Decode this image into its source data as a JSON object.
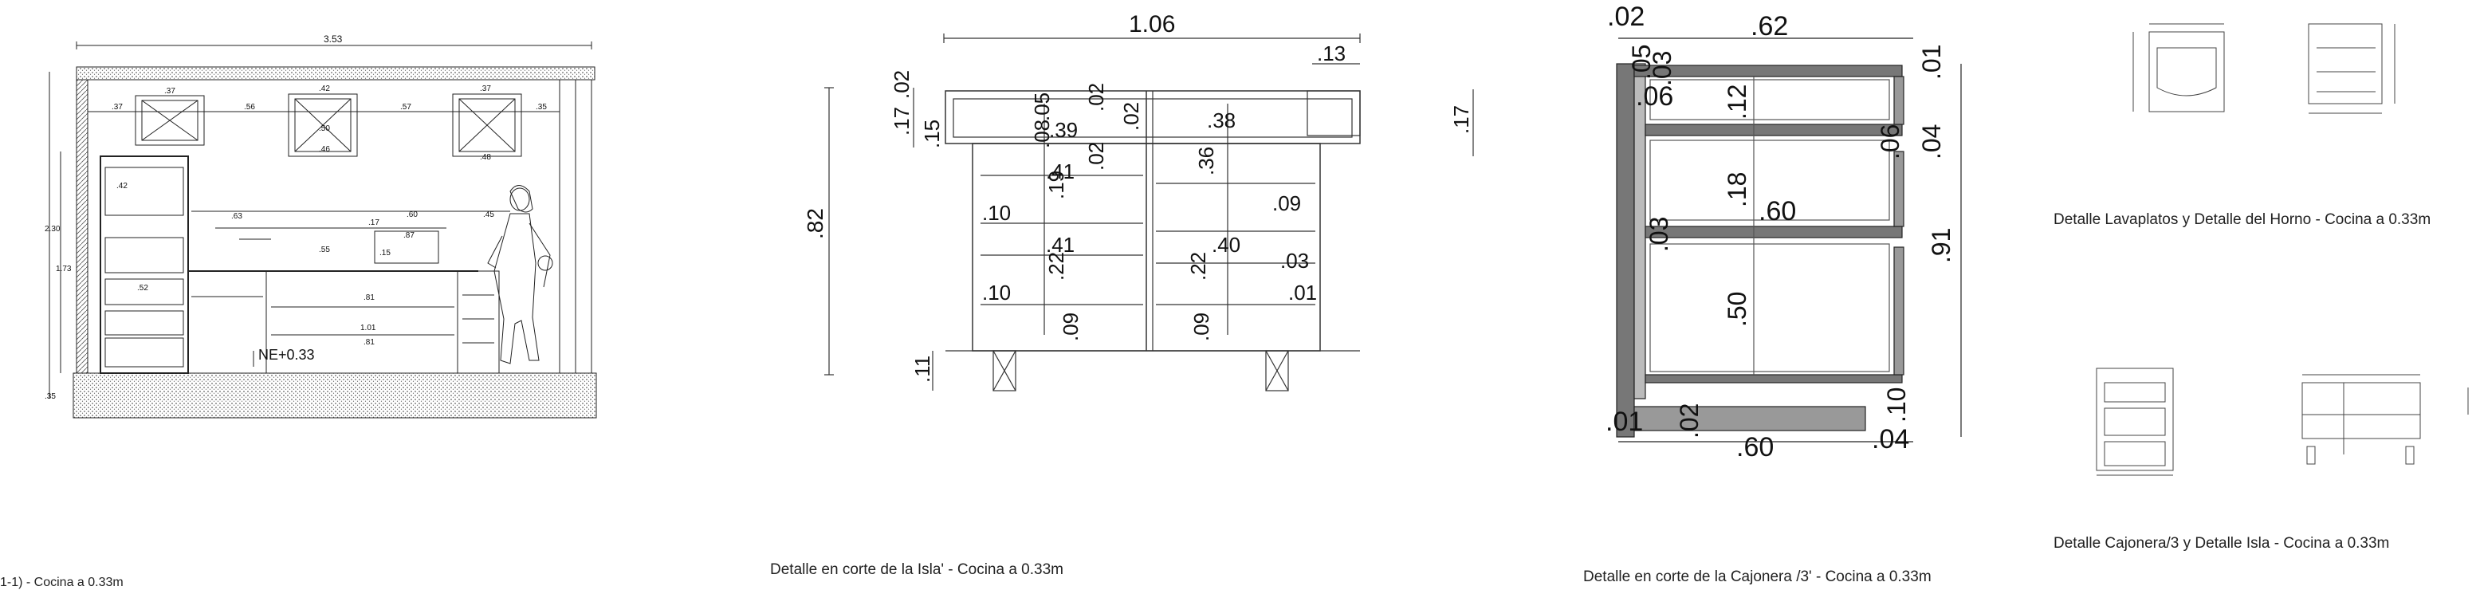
{
  "captions": {
    "elevation": "1-1)  - Cocina a 0.33m",
    "isla": "Detalle en corte de la Isla'  - Cocina a 0.33m",
    "cajonera": "Detalle en corte de la Cajonera /3'  - Cocina a 0.33m",
    "lavaplatos": "Detalle Lavaplatos y Detalle del Horno - Cocina a 0.33m",
    "cajonera_isla": "Detalle Cajonera/3 y Detalle Isla  - Cocina a 0.33m"
  },
  "elevation": {
    "top_width": "3.53",
    "level_label": "NE+0.33",
    "dims": {
      "d1": ".37",
      "d2": ".56",
      "d3": ".42",
      "d4": ".57",
      "d5": ".37",
      "d6": ".35",
      "d7": ".46",
      "d8": ".48",
      "d9": ".63",
      "d10": ".60",
      "d11": ".45",
      "d12": ".55",
      "d13": ".81",
      "d14": "1.01",
      "d15": ".81",
      "d16": "2.30",
      "d17": "1.73",
      "d18": ".35",
      "d19": ".52",
      "d20": ".42",
      "d21": ".50",
      "d22": ".15",
      "d23": ".17",
      "d24": ".87"
    }
  },
  "isla": {
    "width_total": "1.06",
    "width_right": ".13",
    "height_total": ".82",
    "height_base": ".11",
    "top_a": ".17",
    "top_b": ".02",
    "top_c": ".15",
    "d_05": ".05",
    "d_08": ".08",
    "d_39": ".39",
    "d_02a": ".02",
    "d_02b": ".02",
    "d_02c": ".02",
    "d_38": ".38",
    "d_41": ".41",
    "d_19": ".19",
    "d_36": ".36",
    "d_10a": ".10",
    "d_09a": ".09",
    "d_41b": ".41",
    "d_22a": ".22",
    "d_40": ".40",
    "d_22b": ".22",
    "d_03": ".03",
    "d_10b": ".10",
    "d_01": ".01",
    "d_09b": ".09",
    "d_09c": ".09",
    "side_17": ".17"
  },
  "cajonera": {
    "top_left": ".02",
    "top_width": ".62",
    "right_01": ".01",
    "d_05": ".05",
    "d_03a": ".03",
    "d_06a": ".06",
    "d_12": ".12",
    "d_06b": ".06",
    "d_04a": ".04",
    "d_18": ".18",
    "d_60a": ".60",
    "d_03b": ".03",
    "d_91": ".91",
    "d_50": ".50",
    "d_10": ".10",
    "d_01": ".01",
    "d_02": ".02",
    "d_04b": ".04",
    "bottom_60": ".60"
  }
}
